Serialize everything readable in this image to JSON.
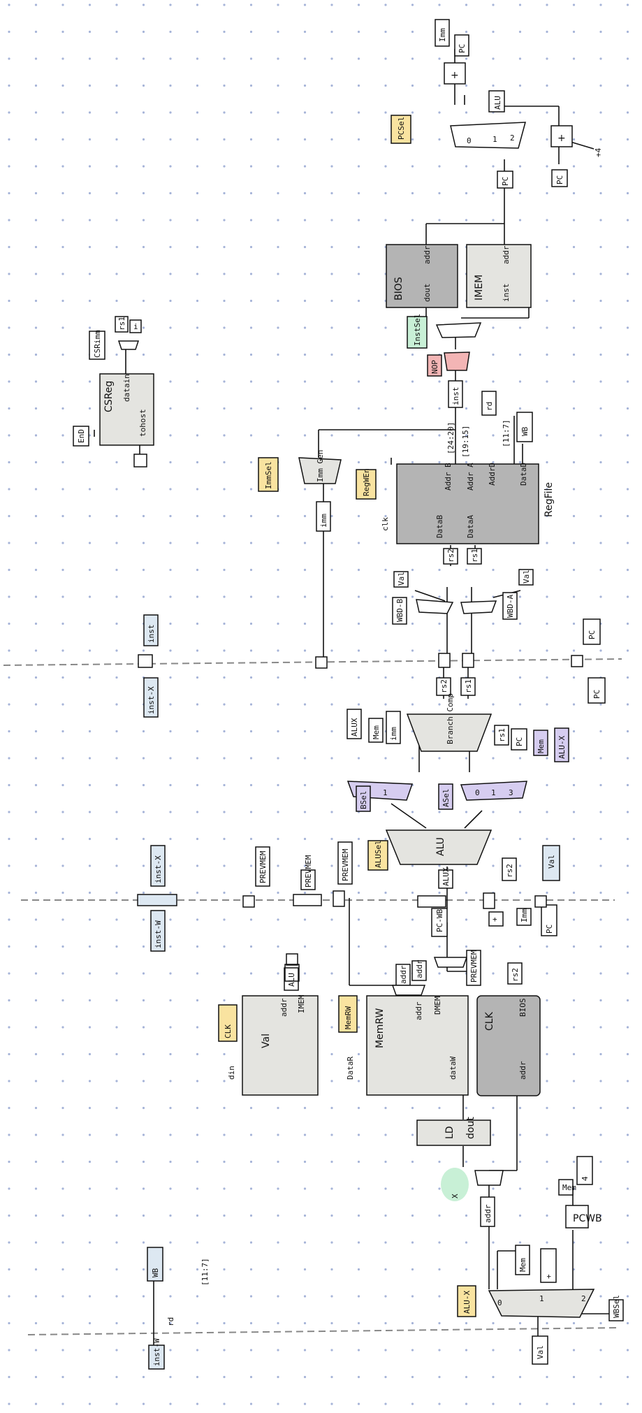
{
  "colors": {
    "yellow": "#f9e3a0",
    "green": "#c8f0d6",
    "pink": "#f3b5b5",
    "purple": "#d6cdf0",
    "blue": "#dde8f2",
    "grayDark": "#b4b4b4",
    "grayLight": "#e4e4e0",
    "dot": "#a6b4d8"
  },
  "diagram": {
    "boxes": [
      {
        "id": "imm_top",
        "text": "Imm",
        "kind": "label"
      },
      {
        "id": "pc_top",
        "text": "PC",
        "kind": "label"
      },
      {
        "id": "plus_top",
        "text": "+",
        "kind": "adder"
      },
      {
        "id": "alu_top",
        "text": "ALU",
        "kind": "label"
      },
      {
        "id": "pcsel",
        "text": "PCSel",
        "kind": "ctrl"
      },
      {
        "id": "plus4_adder",
        "text": "+",
        "kind": "adder"
      },
      {
        "id": "four_top",
        "text": "+4",
        "kind": "free"
      },
      {
        "id": "pc_reg",
        "text": "PC",
        "kind": "label"
      },
      {
        "id": "pc_small",
        "text": "PC",
        "kind": "label"
      },
      {
        "id": "bios1",
        "text": "BIOS",
        "kind": "block"
      },
      {
        "id": "bios1_addr",
        "text": "addr",
        "kind": "port"
      },
      {
        "id": "bios1_dout",
        "text": "dout",
        "kind": "port"
      },
      {
        "id": "imem1",
        "text": "IMEM",
        "kind": "block"
      },
      {
        "id": "imem1_addr",
        "text": "addr",
        "kind": "port"
      },
      {
        "id": "imem1_inst",
        "text": "inst",
        "kind": "port"
      },
      {
        "id": "instsel",
        "text": "InstSel",
        "kind": "ctrl"
      },
      {
        "id": "nop",
        "text": "NOP",
        "kind": "ctrl"
      },
      {
        "id": "inst_lbl",
        "text": "inst",
        "kind": "label"
      },
      {
        "id": "rd_lbl",
        "text": "rd",
        "kind": "label"
      },
      {
        "id": "wb_lbl",
        "text": "WB",
        "kind": "label"
      },
      {
        "id": "bits_11_7",
        "text": "[11:7]",
        "kind": "free"
      },
      {
        "id": "bits_19_15",
        "text": "[19:15]",
        "kind": "free"
      },
      {
        "id": "bits_24_20",
        "text": "[24:20]",
        "kind": "free"
      },
      {
        "id": "regfile",
        "text": "RegFile",
        "kind": "block"
      },
      {
        "id": "rf_addrd",
        "text": "AddrD",
        "kind": "port"
      },
      {
        "id": "rf_datad",
        "text": "DataD",
        "kind": "port"
      },
      {
        "id": "rf_addra",
        "text": "Addr A",
        "kind": "port"
      },
      {
        "id": "rf_addrb",
        "text": "Addr B",
        "kind": "port"
      },
      {
        "id": "rf_dataa",
        "text": "DataA",
        "kind": "port"
      },
      {
        "id": "rf_datab",
        "text": "DataB",
        "kind": "port"
      },
      {
        "id": "rf_clk",
        "text": "clk",
        "kind": "free"
      },
      {
        "id": "regwen",
        "text": "RegWEn",
        "kind": "ctrl"
      },
      {
        "id": "immsel",
        "text": "ImmSel",
        "kind": "ctrl"
      },
      {
        "id": "immgen",
        "text": "Imm Gen",
        "kind": "block"
      },
      {
        "id": "imm_lbl",
        "text": "imm",
        "kind": "label"
      },
      {
        "id": "csr_rs1",
        "text": "rs1",
        "kind": "label"
      },
      {
        "id": "csr_i",
        "text": "i",
        "kind": "label"
      },
      {
        "id": "csrimm",
        "text": "CSRimm",
        "kind": "label"
      },
      {
        "id": "csreg",
        "text": "CSReg",
        "kind": "block"
      },
      {
        "id": "csr_datain",
        "text": "datain",
        "kind": "port"
      },
      {
        "id": "csr_tohost",
        "text": "tohost",
        "kind": "port"
      },
      {
        "id": "en",
        "text": "EnD",
        "kind": "label"
      },
      {
        "id": "rs1_a",
        "text": "rs1",
        "kind": "label"
      },
      {
        "id": "rs2_a",
        "text": "rs2",
        "kind": "label"
      },
      {
        "id": "val_a",
        "text": "Val",
        "kind": "label"
      },
      {
        "id": "val_b",
        "text": "Val",
        "kind": "label"
      },
      {
        "id": "wbd_a",
        "text": "WBD-A",
        "kind": "label"
      },
      {
        "id": "wbd_b",
        "text": "WBD-B",
        "kind": "label"
      },
      {
        "id": "inst_pipe1",
        "text": "inst",
        "kind": "blue"
      },
      {
        "id": "instx_pipe1",
        "text": "inst-X",
        "kind": "blue"
      },
      {
        "id": "pc_pipe1a",
        "text": "PC",
        "kind": "label"
      },
      {
        "id": "pc_pipe1b",
        "text": "PC",
        "kind": "label"
      },
      {
        "id": "rs1_b",
        "text": "rs1",
        "kind": "label"
      },
      {
        "id": "rs2_b",
        "text": "rs2",
        "kind": "label"
      },
      {
        "id": "branchcomp",
        "text": "Branch Comp",
        "kind": "block"
      },
      {
        "id": "alux_a",
        "text": "ALUX",
        "kind": "label"
      },
      {
        "id": "mem_a",
        "text": "Mem",
        "kind": "label"
      },
      {
        "id": "imm_b",
        "text": "imm",
        "kind": "label"
      },
      {
        "id": "rs1_c",
        "text": "rs1",
        "kind": "label"
      },
      {
        "id": "pc_c",
        "text": "PC",
        "kind": "label"
      },
      {
        "id": "mem_b",
        "text": "Mem",
        "kind": "purple"
      },
      {
        "id": "alux_b",
        "text": "ALU-X",
        "kind": "purple"
      },
      {
        "id": "bsel",
        "text": "BSel",
        "kind": "purple"
      },
      {
        "id": "asel",
        "text": "ASel",
        "kind": "purple"
      },
      {
        "id": "alu",
        "text": "ALU",
        "kind": "block"
      },
      {
        "id": "alusel",
        "text": "ALUSel",
        "kind": "ctrl"
      },
      {
        "id": "instx_pipe2",
        "text": "inst-X",
        "kind": "blue"
      },
      {
        "id": "instw_pipe2",
        "text": "inst-W",
        "kind": "blue"
      },
      {
        "id": "prevmem",
        "text": "PREVMEM",
        "kind": "label"
      },
      {
        "id": "prevmem2",
        "text": "PREVMEM",
        "kind": "label"
      },
      {
        "id": "prevmem3",
        "text": "PREVMEM",
        "kind": "label"
      },
      {
        "id": "rs2_c",
        "text": "rs2",
        "kind": "label"
      },
      {
        "id": "imm_c",
        "text": "Imm",
        "kind": "label"
      },
      {
        "id": "val_c",
        "text": "Val",
        "kind": "label"
      },
      {
        "id": "pc_d",
        "text": "PC",
        "kind": "label"
      },
      {
        "id": "pcwb_a",
        "text": "PC-WB",
        "kind": "label"
      },
      {
        "id": "alux_c",
        "text": "ALUX",
        "kind": "label"
      },
      {
        "id": "alu_small",
        "text": "ALU",
        "kind": "label"
      },
      {
        "id": "addr_a",
        "text": "addr",
        "kind": "label"
      },
      {
        "id": "rs2_d",
        "text": "rs2",
        "kind": "label"
      },
      {
        "id": "addr_b",
        "text": "addr",
        "kind": "label"
      },
      {
        "id": "val_d",
        "text": "Val",
        "kind": "label"
      },
      {
        "id": "imem2",
        "text": "IMEM",
        "kind": "block"
      },
      {
        "id": "imem2_addr",
        "text": "addr",
        "kind": "port"
      },
      {
        "id": "imem2_din",
        "text": "din",
        "kind": "port"
      },
      {
        "id": "imem2_clk",
        "text": "CLK",
        "kind": "free"
      },
      {
        "id": "memrw_a",
        "text": "MemRW",
        "kind": "ctrl"
      },
      {
        "id": "memrw_b",
        "text": "MemRW",
        "kind": "ctrl"
      },
      {
        "id": "dmem",
        "text": "DMEM",
        "kind": "block"
      },
      {
        "id": "dmem_addr",
        "text": "addr",
        "kind": "port"
      },
      {
        "id": "dmem_dataw",
        "text": "dataW",
        "kind": "port"
      },
      {
        "id": "dmem_datar",
        "text": "DataR",
        "kind": "port"
      },
      {
        "id": "dmem_clk",
        "text": "CLK",
        "kind": "free"
      },
      {
        "id": "bios2",
        "text": "BIOS",
        "kind": "block"
      },
      {
        "id": "bios2_addr",
        "text": "addr",
        "kind": "port"
      },
      {
        "id": "bios2_dout",
        "text": "dout",
        "kind": "port"
      },
      {
        "id": "ld",
        "text": "LD",
        "kind": "block"
      },
      {
        "id": "ld_x",
        "text": "X",
        "kind": "free"
      },
      {
        "id": "addr_hl",
        "text": "addr",
        "kind": "green"
      },
      {
        "id": "mem_c",
        "text": "Mem",
        "kind": "label"
      },
      {
        "id": "mem_d",
        "text": "Mem",
        "kind": "label"
      },
      {
        "id": "four",
        "text": "4",
        "kind": "label"
      },
      {
        "id": "pcwb_b",
        "text": "PCWB",
        "kind": "label"
      },
      {
        "id": "plus_wb",
        "text": "+",
        "kind": "adder"
      },
      {
        "id": "alux_d",
        "text": "ALU-X",
        "kind": "label"
      },
      {
        "id": "wbsel",
        "text": "WBSel",
        "kind": "ctrl"
      },
      {
        "id": "val_e",
        "text": "Val",
        "kind": "label"
      },
      {
        "id": "wb_out",
        "text": "WB",
        "kind": "label"
      },
      {
        "id": "instw_pipe3",
        "text": "inst-W",
        "kind": "blue"
      },
      {
        "id": "rd_out",
        "text": "rd",
        "kind": "blue"
      },
      {
        "id": "bits_11_7b",
        "text": "[11:7]",
        "kind": "free"
      },
      {
        "id": "inst_w_txt",
        "text": "inst-W",
        "kind": "free"
      }
    ]
  }
}
